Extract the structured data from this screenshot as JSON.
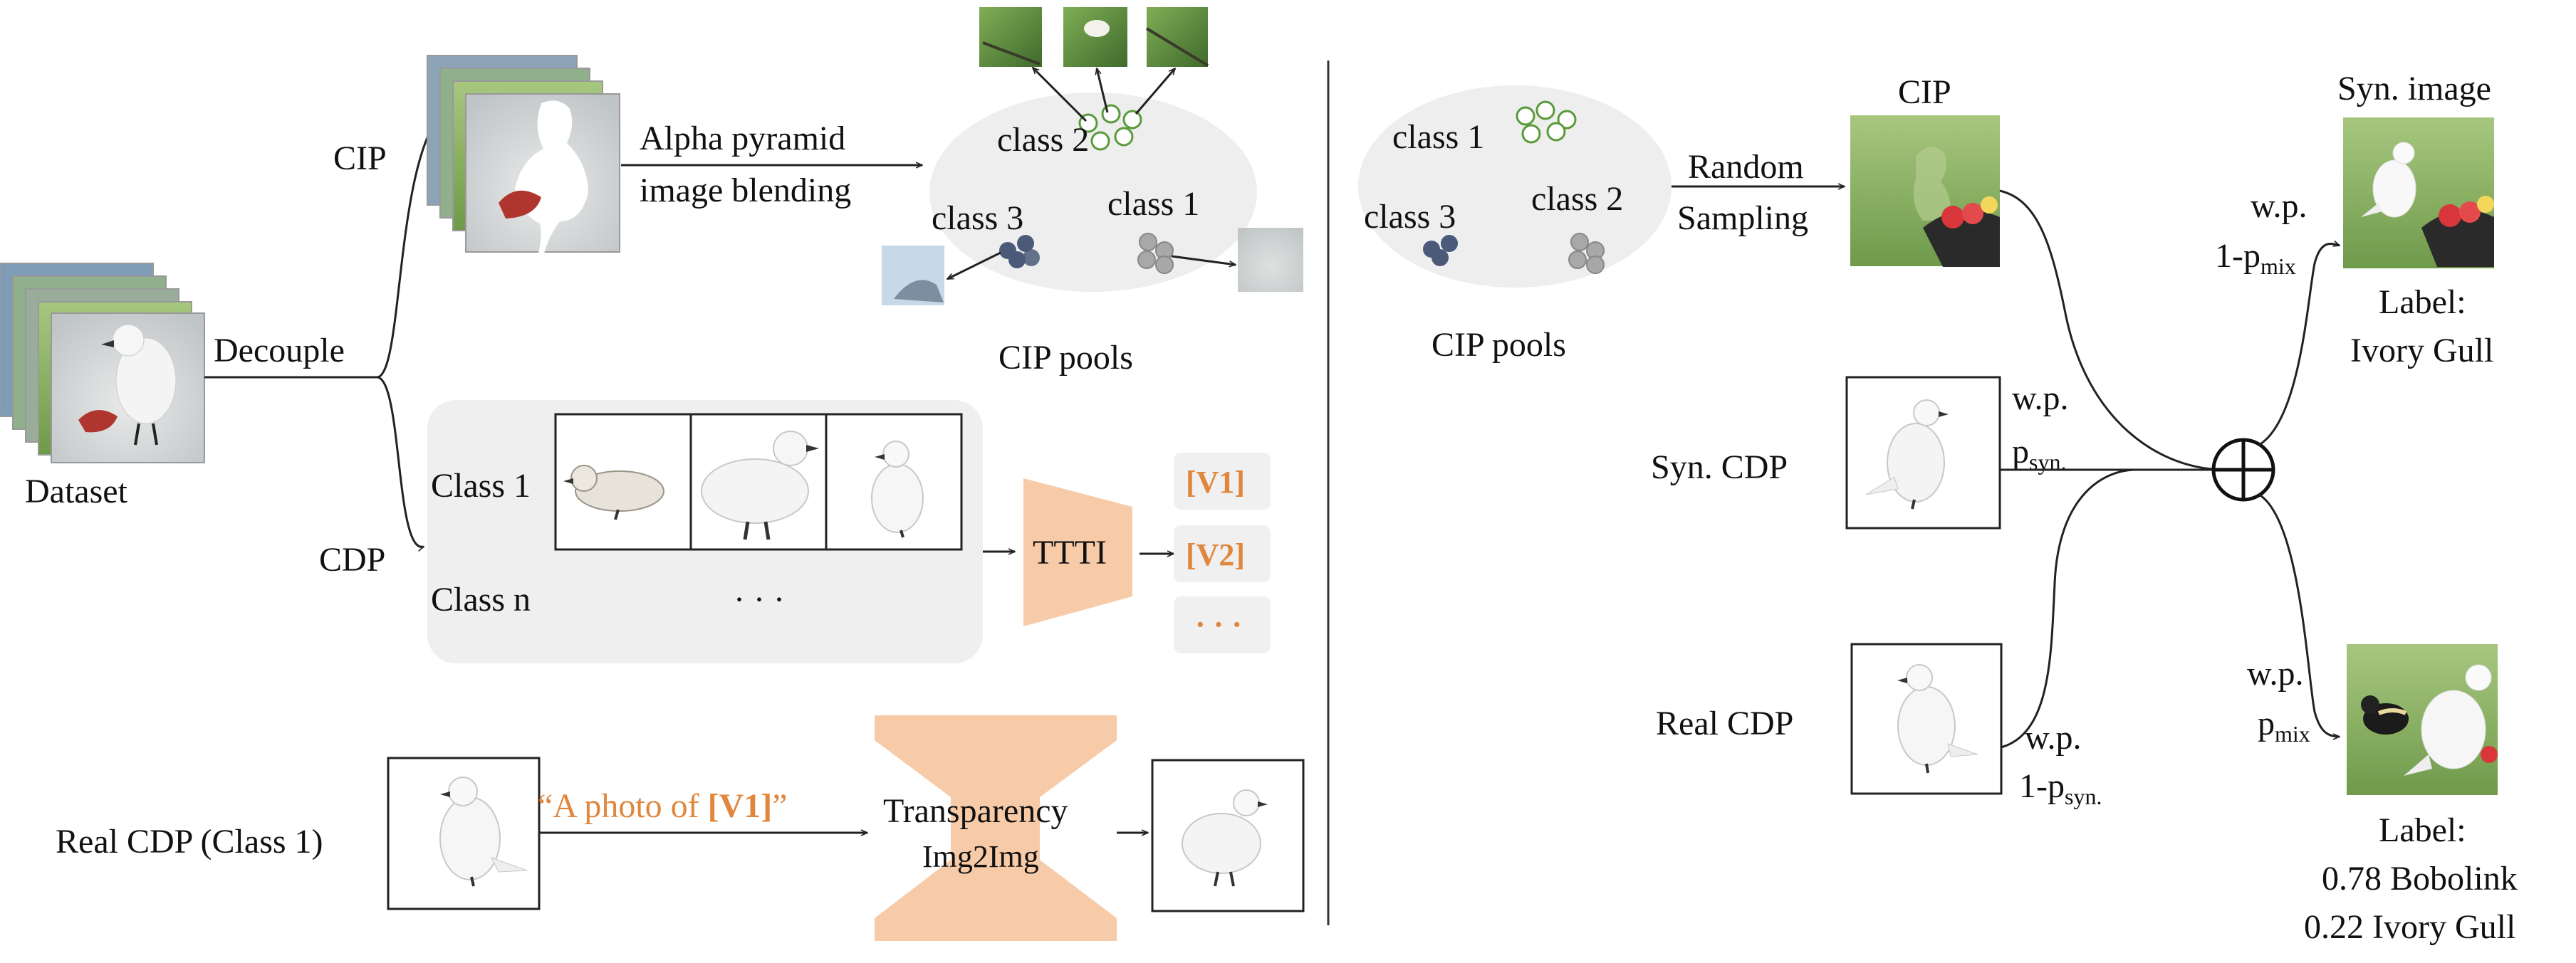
{
  "left": {
    "dataset_label": "Dataset",
    "decouple_label": "Decouple",
    "cip_branch_label": "CIP",
    "cdp_branch_label": "CDP",
    "blending_label_line1": "Alpha  pyramid",
    "blending_label_line2": "image blending",
    "cip_pools": {
      "class_2": "class 2",
      "class_3": "class 3",
      "class_1": "class 1",
      "caption": "CIP pools"
    },
    "cdp_box": {
      "class_1": "Class 1",
      "class_n": "Class n",
      "ellipsis": "· · ·"
    },
    "ttti_label": "TTTI",
    "tokens": [
      "[V1]",
      "[V2]",
      "· · ·"
    ],
    "real_cdp_label": "Real CDP (Class 1)",
    "prompt_prefix": "“A photo of ",
    "prompt_token": "[V1]",
    "prompt_suffix": "”",
    "transparency_line1": "Transparency",
    "transparency_line2": "Img2Img"
  },
  "right": {
    "cip_pools": {
      "class_1": "class 1",
      "class_3": "class 3",
      "class_2": "class 2",
      "caption": "CIP pools"
    },
    "random_line1": "Random",
    "random_line2": "Sampling",
    "cip_title": "CIP",
    "syn_cdp_label": "Syn. CDP",
    "real_cdp_label": "Real CDP",
    "wp": "w.p.",
    "p_syn_base": "p",
    "p_syn_sub": "syn.",
    "one_minus_p": "1-p",
    "syn_image_title": "Syn. image",
    "p_mix_sub": "mix",
    "label_top_line1": "Label:",
    "label_top_line2": "Ivory Gull",
    "label_bottom_line1": "Label:",
    "label_bottom_line2": "0.78 Bobolink",
    "label_bottom_line3": "0.22 Ivory Gull"
  },
  "colors": {
    "peach": "#f8cba8",
    "orange_text": "#e0873d",
    "pool_fill": "#eeeeee",
    "green_dot": "#5a9a3a",
    "navy_dot": "#4a5a78",
    "gray_dot": "#a8a8a8",
    "token_bg": "#f0f0f0",
    "cdp_box_bg": "#efefef"
  }
}
